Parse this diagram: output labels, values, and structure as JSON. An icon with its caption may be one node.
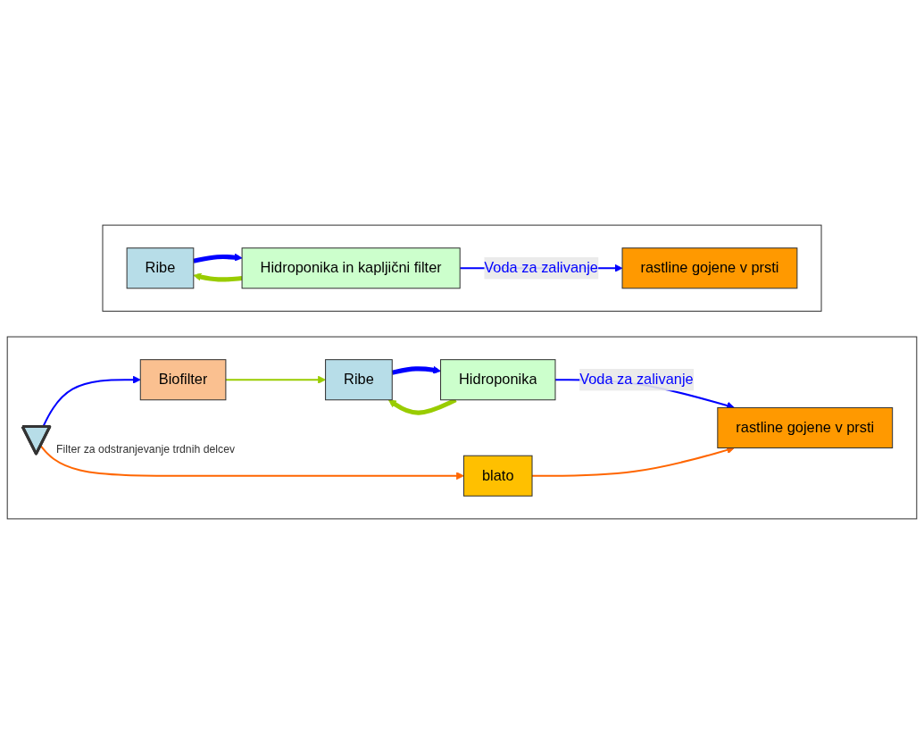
{
  "diagram": {
    "nodes": [
      {
        "text": [],
        "shape": "box"
      },
      {
        "text": [
          "Ribe"
        ],
        "in": 0
      },
      {
        "text": [
          "Hidroponika in kapljični filter"
        ],
        "in": 0
      },
      {
        "text": [
          "rastline gojene v prsti"
        ],
        "in": 0
      },
      {
        "text": [],
        "shape": "box"
      },
      {
        "text": [
          "Biofilter"
        ],
        "in": 4
      },
      {
        "text": [
          "Ribe"
        ],
        "in": 4
      },
      {
        "text": [],
        "shape": "triangle",
        "beside": [
          "Filter za odstranjevanje trdnih delcev"
        ],
        "in": 4
      },
      {
        "text": [
          "Hidroponika"
        ],
        "in": 4
      },
      {
        "text": [
          "blato"
        ],
        "in": 4
      },
      {
        "text": [
          "rastline gojene v prsti"
        ],
        "in": 4
      }
    ],
    "edges": [
      {
        "from": 2,
        "to": 1,
        "arrow": "to",
        "style": "thick",
        "color": "#99cc00"
      },
      {
        "from": 1,
        "to": 2,
        "arrow": "to",
        "style": "thick"
      },
      {
        "from": 2,
        "to": 3,
        "arrow": "to",
        "label": "Voda za zalivanje"
      },
      {
        "from": 5,
        "to": 6,
        "arrow": "to",
        "color": "#99cc00"
      },
      {
        "from": 7,
        "to": 5,
        "arrow": "to"
      },
      {
        "from": 8,
        "to": 6,
        "arrow": "to",
        "style": "thick",
        "color": "#99cc00"
      },
      {
        "from": 6,
        "to": 8,
        "arrow": "to",
        "style": "thick"
      },
      {
        "from": 8,
        "to": 10,
        "arrow": "to",
        "label": "Voda za zalivanje"
      },
      {
        "from": 7,
        "to": 9,
        "arrow": "to",
        "color": "#ff6600"
      },
      {
        "from": 9,
        "to": 10,
        "arrow": "to",
        "color": "#ff6600"
      }
    ]
  }
}
